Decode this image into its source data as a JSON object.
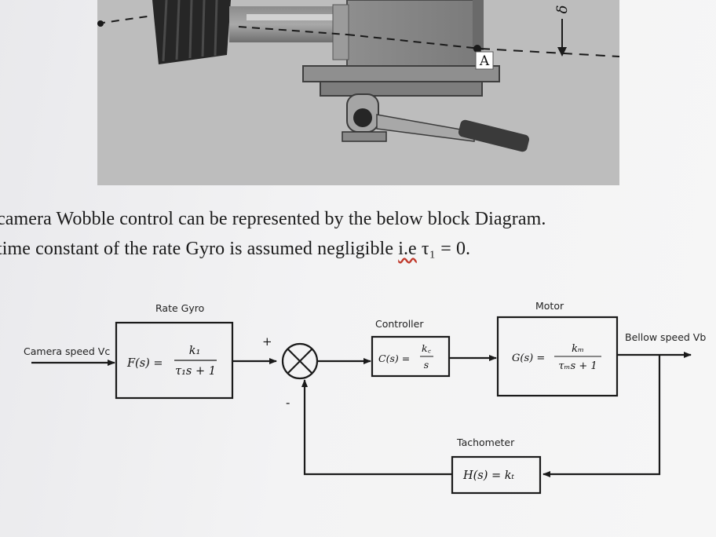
{
  "paragraph": {
    "line1": "camera Wobble control can be represented by the below block Diagram.",
    "line2_before": "time constant of the rate Gyro is assumed negligible ",
    "line2_ie": "i.e",
    "line2_eq": " τ₁ = 0."
  },
  "photo": {
    "marker_label": "A",
    "delta_symbol": "δ"
  },
  "diagram": {
    "input_label": "Camera speed Vc",
    "output_label": "Bellow speed Vb",
    "rate_gyro": {
      "title": "Rate Gyro",
      "lhs": "F(s) =",
      "num": "k₁",
      "den": "τ₁s + 1"
    },
    "controller": {
      "title": "Controller",
      "lhs": "C(s) =",
      "num": "k꜀",
      "den": "s"
    },
    "motor": {
      "title": "Motor",
      "lhs": "G(s) =",
      "num": "kₘ",
      "den": "τₘs + 1"
    },
    "tachometer": {
      "title": "Tachometer",
      "expr": "H(s) = kₜ"
    },
    "sum_plus": "+",
    "sum_minus": "-"
  },
  "colors": {
    "line": "#1a1a1a",
    "photo_bg": "#b9b9b9"
  }
}
